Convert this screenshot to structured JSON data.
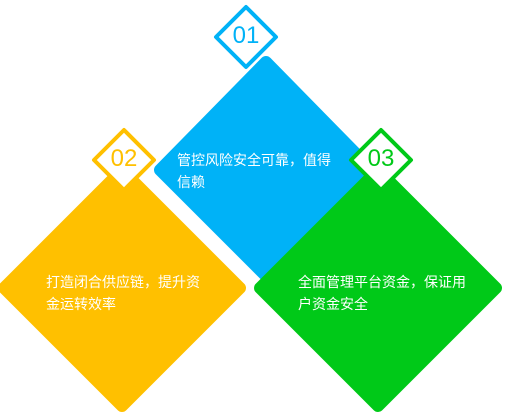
{
  "panels": [
    {
      "number": "01",
      "caption": "管控风险安全可靠，值得信赖",
      "color": "#00b2f7"
    },
    {
      "number": "02",
      "caption": "打造闭合供应链，提升资金运转效率",
      "color": "#ffc000"
    },
    {
      "number": "03",
      "caption": "全面管理平台资金，保证用户资金安全",
      "color": "#00c918"
    }
  ]
}
